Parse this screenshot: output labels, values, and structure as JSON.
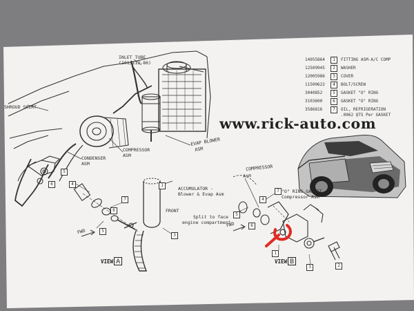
{
  "watermark": "www.rick-auto.com",
  "parts_list": [
    {
      "part_no": "14055864",
      "key": "1",
      "desc": "FITTING ASM-A/C COMP"
    },
    {
      "part_no": "12509945",
      "key": "2",
      "desc": "WASHER"
    },
    {
      "part_no": "12005986",
      "key": "3",
      "desc": "COVER"
    },
    {
      "part_no": "11500622",
      "key": "4",
      "desc": "BOLT/SCREW"
    },
    {
      "part_no": "3040852",
      "key": "5",
      "desc": "GASKET \"O\" RING"
    },
    {
      "part_no": "3103600",
      "key": "6",
      "desc": "GASKET \"O\" RING"
    },
    {
      "part_no": "3586816",
      "key": "7",
      "desc": "OIL, REFRIGERATION"
    }
  ],
  "parts_note": ".0062 QTS Per GASKET",
  "labels": {
    "inlet_tube_a": "INLET TUBE",
    "inlet_tube_b": "(101/112-86)",
    "shroud": "SHROUD SKIRT",
    "compressor_asm": "COMPRESSOR",
    "compressor_asm_b": "ASM",
    "evap_blower_a": "EVAP BLOWER",
    "evap_blower_b": "ASM",
    "condenser_a": "CONDENSER",
    "condenser_b": "ASM",
    "accumulator_a": "ACCUMULATOR -",
    "accumulator_b": "Blower & Evap Asm",
    "split_note_a": "Split to face",
    "split_note_b": "engine compartment",
    "compressor_asm_right_a": "COMPRESSOR",
    "compressor_asm_right_b": "Asm",
    "oring_a": "\"O\" RING GASKET",
    "oring_b": "Compressor Asm",
    "fwd": "FWD",
    "front": "FRONT",
    "view": "VIEW"
  },
  "views": [
    "A",
    "B"
  ],
  "callouts_view_a": [
    "4",
    "7",
    "6",
    "5",
    "1",
    "3"
  ],
  "callouts_view_b": [
    "4",
    "5",
    "7",
    "6",
    "1",
    "3",
    "2"
  ],
  "callouts_main": [
    "5",
    "6"
  ],
  "colors": {
    "paper": "#f3f2f0",
    "background": "#7e7d80",
    "highlight": "#e02a22",
    "ink": "#333333"
  }
}
